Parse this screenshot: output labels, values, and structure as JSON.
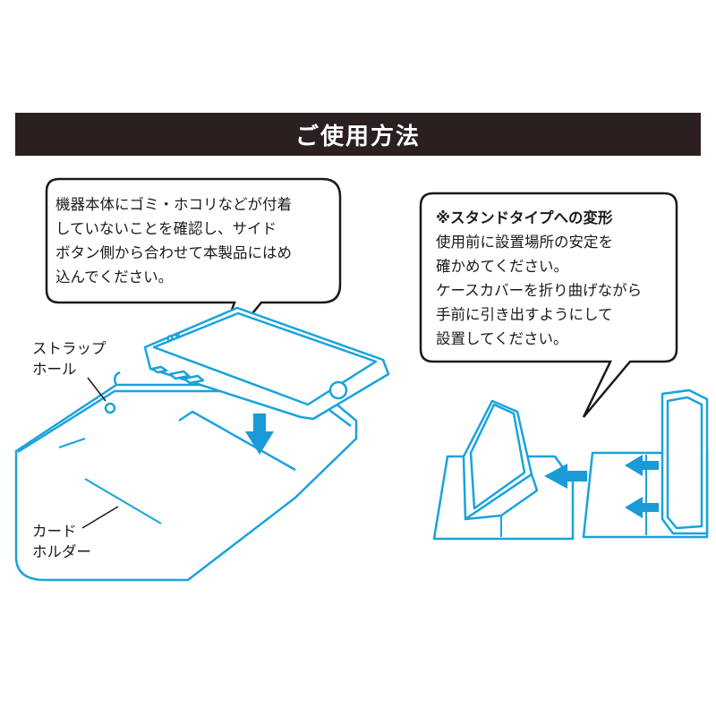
{
  "header": {
    "title": "ご使用方法"
  },
  "bubble_insert": {
    "lines": [
      "機器本体にゴミ・ホコリなどが付着",
      "していないことを確認し、サイド",
      "ボタン側から合わせて本製品にはめ",
      "込んでください。"
    ]
  },
  "bubble_stand": {
    "heading": "※スタンドタイプへの変形",
    "lines": [
      "使用前に設置場所の安定を",
      "確かめてください。",
      "ケースカバーを折り曲げながら",
      "手前に引き出すようにして",
      "設置してください。"
    ]
  },
  "labels": {
    "strap_hole": [
      "ストラップ",
      "ホール"
    ],
    "card_holder": [
      "カード",
      "ホルダー"
    ]
  },
  "colors": {
    "outline": "#1aa3dc",
    "arrow": "#1a9ad6",
    "banner": "#2b1f1f"
  }
}
